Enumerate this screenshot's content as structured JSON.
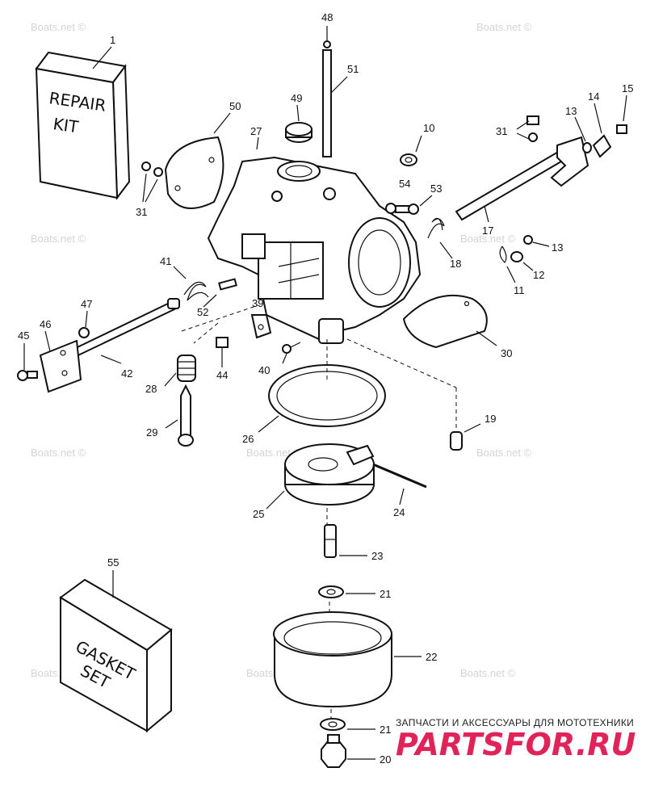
{
  "watermark": "Boats.net ©",
  "repair_kit": {
    "line1": "REPAIR",
    "line2": "KIT"
  },
  "gasket_set": {
    "line1": "GASKET",
    "line2": "SET"
  },
  "brand": {
    "tagline": "ЗАПЧАСТИ И АКСЕССУАРЫ ДЛЯ МОТОТЕХНИКИ",
    "name": "PARTSFOR.RU",
    "color": "#e0245a"
  },
  "callouts": {
    "c1": "1",
    "c10": "10",
    "c11": "11",
    "c12": "12",
    "c13a": "13",
    "c13b": "13",
    "c14": "14",
    "c15": "15",
    "c17": "17",
    "c18": "18",
    "c19": "19",
    "c20": "20",
    "c21a": "21",
    "c21b": "21",
    "c22": "22",
    "c23": "23",
    "c24": "24",
    "c25": "25",
    "c26": "26",
    "c27": "27",
    "c28": "28",
    "c29": "29",
    "c30": "30",
    "c31a": "31",
    "c31b": "31",
    "c39": "39",
    "c40": "40",
    "c41": "41",
    "c42": "42",
    "c44": "44",
    "c45": "45",
    "c46": "46",
    "c47": "47",
    "c48": "48",
    "c49": "49",
    "c50": "50",
    "c51": "51",
    "c52": "52",
    "c53": "53",
    "c54": "54",
    "c55": "55"
  }
}
